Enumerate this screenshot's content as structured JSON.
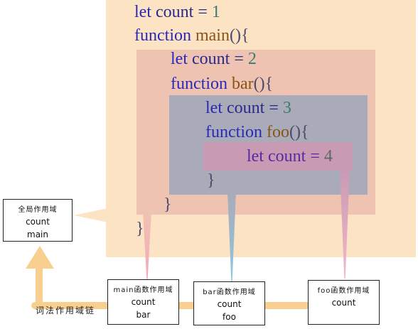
{
  "code": {
    "global_let": {
      "keyword": "let",
      "name": "count",
      "op": "=",
      "value": "1"
    },
    "main_decl": {
      "keyword": "function",
      "name": "main",
      "paren": "(){"
    },
    "main_let": {
      "keyword": "let",
      "name": "count",
      "op": "=",
      "value": "2"
    },
    "bar_decl": {
      "keyword": "function",
      "name": "bar",
      "paren": "(){"
    },
    "bar_let": {
      "keyword": "let",
      "name": "count",
      "op": "=",
      "value": "3"
    },
    "foo_decl": {
      "keyword": "function",
      "name": "foo",
      "paren": "(){"
    },
    "foo_let": {
      "keyword": "let",
      "name": "count",
      "op": "=",
      "value": "4"
    },
    "close_foo": "}",
    "close_bar": "}",
    "close_main": "}"
  },
  "scopes": {
    "global": {
      "title": "全局作用域",
      "items": [
        "count",
        "main"
      ]
    },
    "main": {
      "title": "main函数作用域",
      "items": [
        "count",
        "bar"
      ]
    },
    "bar": {
      "title": "bar函数作用域",
      "items": [
        "count",
        "foo"
      ]
    },
    "foo": {
      "title": "foo函数作用域",
      "items": [
        "count"
      ]
    }
  },
  "chain_label": "词法作用域链",
  "colors": {
    "global_scope": "#fbe3c4",
    "main_scope": "#efc3b2",
    "bar_scope": "#a9abb8",
    "foo_scope": "#c89ab4",
    "chain_arrow": "#f8cf8f"
  }
}
